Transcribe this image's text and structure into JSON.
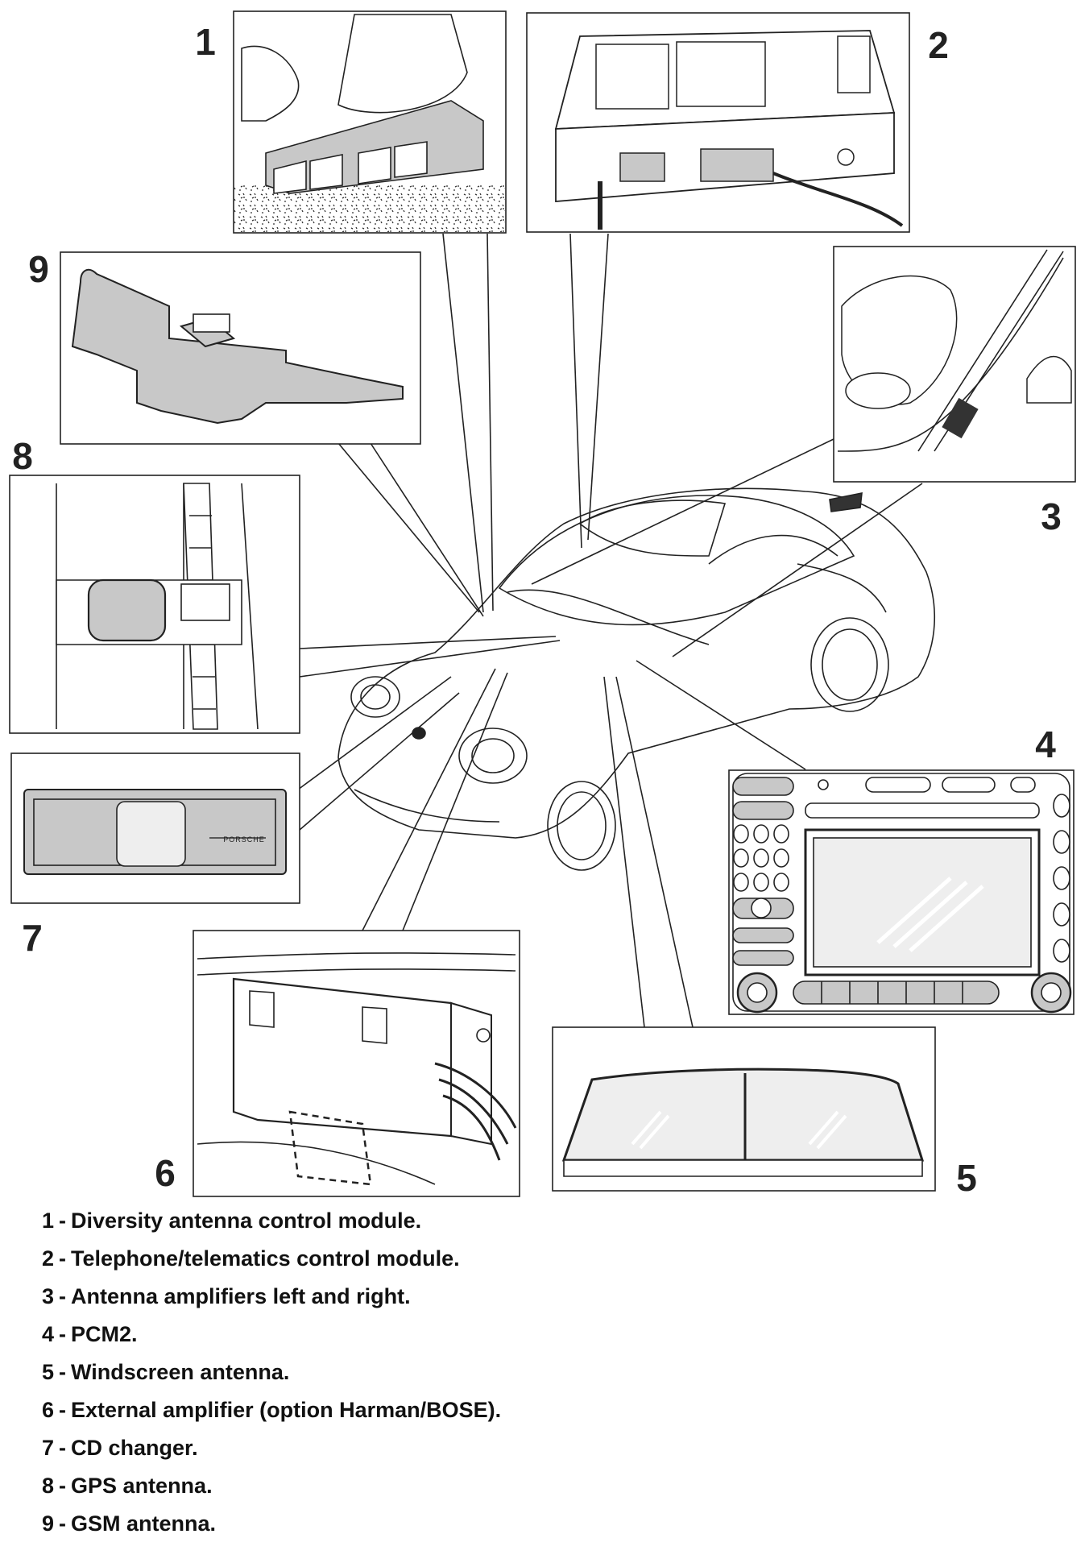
{
  "callouts": [
    {
      "number": "1",
      "label": "Diversity antenna control module."
    },
    {
      "number": "2",
      "label": "Telephone/telematics control module."
    },
    {
      "number": "3",
      "label": "Antenna amplifiers left and right."
    },
    {
      "number": "4",
      "label": "PCM2."
    },
    {
      "number": "5",
      "label": "Windscreen antenna."
    },
    {
      "number": "6",
      "label": "External amplifier (option Harman/BOSE)."
    },
    {
      "number": "7",
      "label": "CD changer."
    },
    {
      "number": "8",
      "label": "GPS antenna."
    },
    {
      "number": "9",
      "label": "GSM antenna."
    }
  ],
  "legend_separator": "-",
  "cd_changer_brand": "PORSCHE",
  "colors": {
    "line": "#222222",
    "component_fill": "#c8c8c8",
    "glass_fill": "#eeeeee"
  }
}
